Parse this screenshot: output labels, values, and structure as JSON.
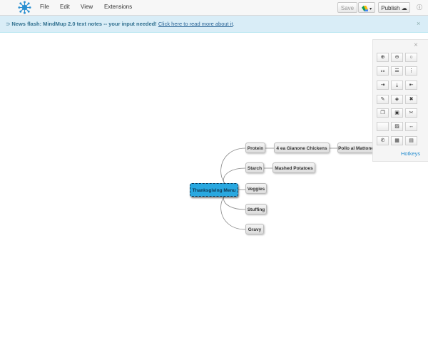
{
  "menu": {
    "file": "File",
    "edit": "Edit",
    "view": "View",
    "extensions": "Extensions"
  },
  "toolbar": {
    "save_label": "Save",
    "publish_label": "Publish"
  },
  "news": {
    "prefix": "News flash: MindMup 2.0 text notes -- your input needed!",
    "link": "Click here to read more about it",
    "suffix": "."
  },
  "tools": {
    "hotkeys_label": "Hotkeys",
    "close_glyph": "×"
  },
  "map": {
    "root": "Thanksgiving Menu",
    "children": {
      "protein": "Protein",
      "starch": "Starch",
      "veggies": "Veggies",
      "stuffing": "Stuffing",
      "gravy": "Gravy"
    },
    "protein_children": {
      "chickens": "4 ea Gianone Chickens",
      "pollo": "Pollo al Mattone"
    },
    "starch_children": {
      "mashed": "Mashed Potatoes"
    }
  },
  "colors": {
    "accent": "#29a8e0",
    "link": "#2a8fd0",
    "news_bg": "#d9edf7"
  },
  "icons": [
    "zoom-in-icon",
    "zoom-out-icon",
    "reset-view-icon",
    "hierarchy-icon",
    "list-icon",
    "more-options-icon",
    "insert-left-icon",
    "insert-child-icon",
    "insert-right-icon",
    "edit-icon",
    "color-icon",
    "delete-icon",
    "copy-icon",
    "paste-icon",
    "cut-icon",
    "blank-icon",
    "image-icon",
    "connect-icon",
    "attachment-icon",
    "table-icon",
    "video-icon"
  ]
}
